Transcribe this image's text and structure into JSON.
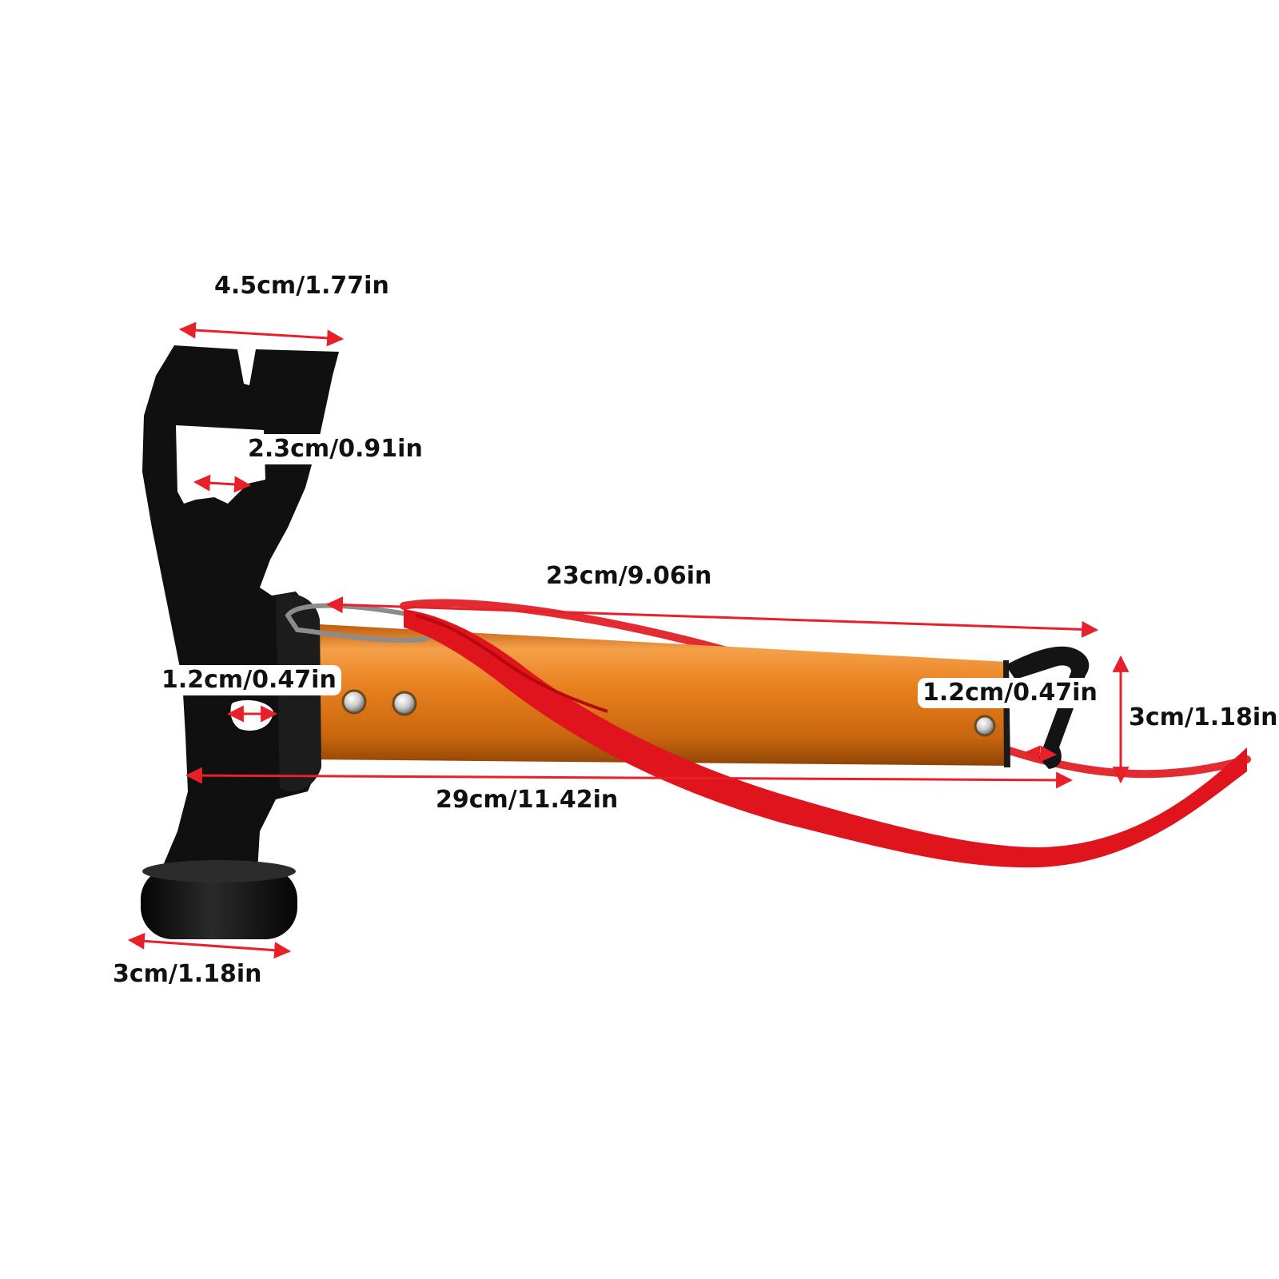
{
  "colors": {
    "background": "#ffffff",
    "dimension_line": "#e8202a",
    "head_metal": "#101010",
    "handle_orange": "#e8801e",
    "strap_red": "#e0141c",
    "label_text": "#111111"
  },
  "dimensions": {
    "head_width": "4.5cm/1.77in",
    "opener_width": "2.3cm/0.91in",
    "handle_length": "23cm/9.06in",
    "hole_left": "1.2cm/0.47in",
    "hole_right": "1.2cm/0.47in",
    "height": "3cm/1.18in",
    "total_length": "29cm/11.42in",
    "face_width": "3cm/1.18in"
  }
}
